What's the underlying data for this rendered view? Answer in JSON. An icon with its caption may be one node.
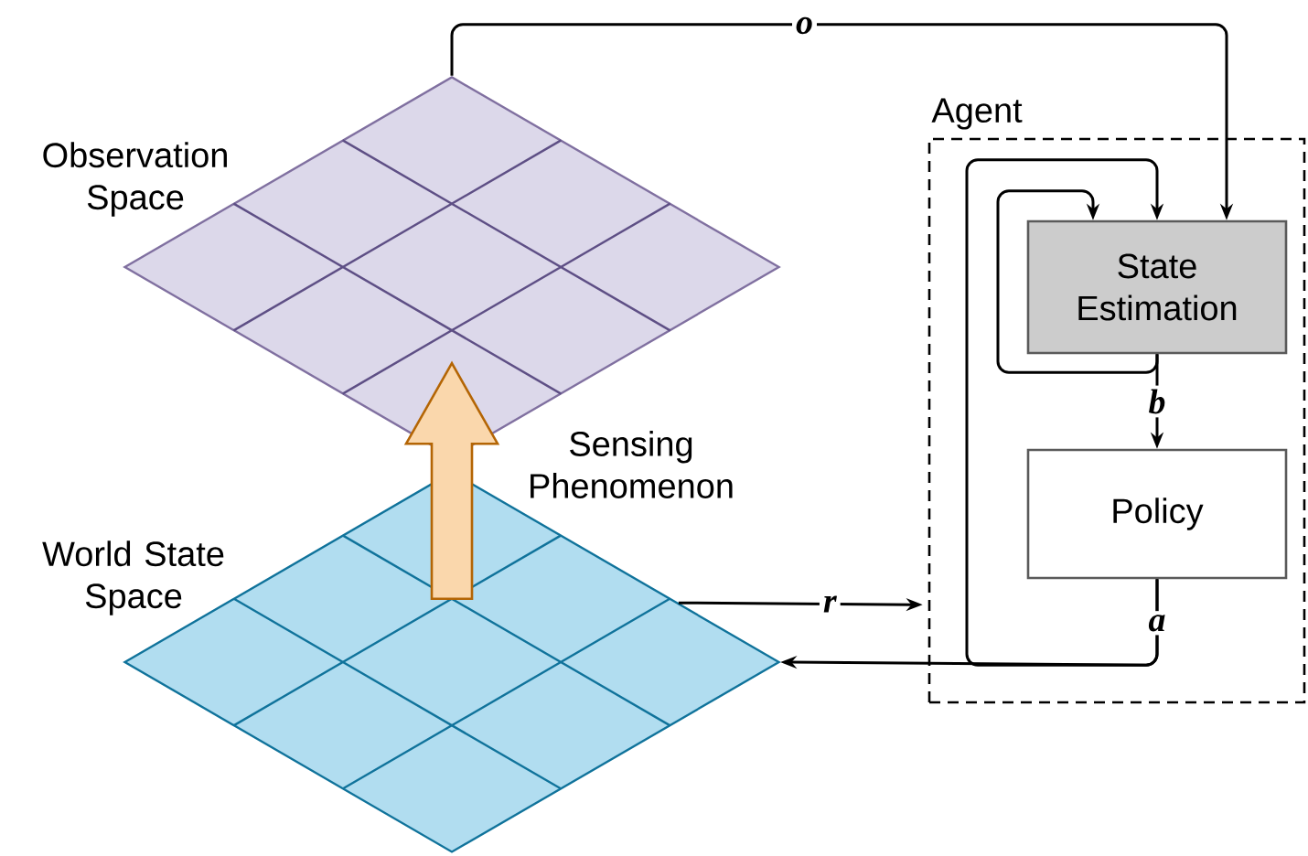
{
  "diagram": {
    "nodes": [
      {
        "text": [
          "Observation Space"
        ]
      },
      {
        "text": [
          "World State Space"
        ]
      },
      {
        "text": [
          "Agent"
        ]
      },
      {
        "text": [
          "State Estimation"
        ],
        "in": 2
      },
      {
        "text": [
          "Policy"
        ],
        "in": 2
      }
    ],
    "edges": [
      {
        "from": 0,
        "to": 3,
        "arrow": "to",
        "label": "o"
      },
      {
        "from": 1,
        "to": 2,
        "arrow": "to",
        "label": "r"
      },
      {
        "from": 3,
        "to": 4,
        "arrow": "to",
        "label": "b"
      },
      {
        "from": 4,
        "to": 1,
        "arrow": "to",
        "label": "a"
      },
      {
        "from": 4,
        "to": 3,
        "arrow": "to"
      },
      {
        "from": 3,
        "to": 3,
        "arrow": "to"
      },
      {
        "from": 1,
        "to": 0,
        "arrow": "to",
        "label": "Sensing Phenomenon",
        "style": "thick",
        "color": "#b46504"
      }
    ]
  }
}
